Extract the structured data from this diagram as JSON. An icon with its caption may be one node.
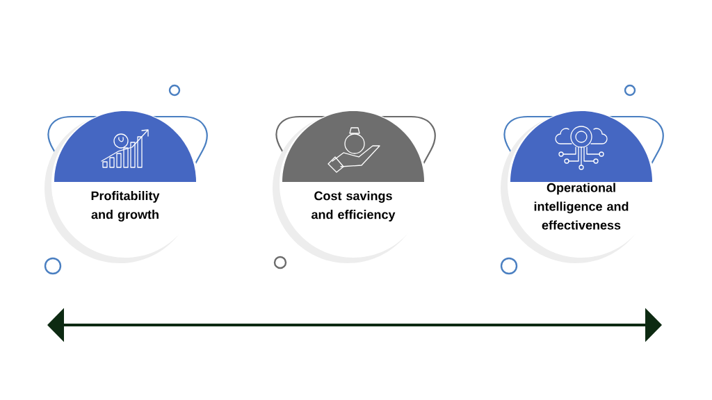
{
  "diagram": {
    "nodes": [
      {
        "text": [
          "Profitability and growth"
        ]
      },
      {
        "text": [
          "Cost savings and efficiency"
        ]
      },
      {
        "text": [
          "Operational intelligence and effectiveness"
        ]
      }
    ],
    "edges": []
  }
}
